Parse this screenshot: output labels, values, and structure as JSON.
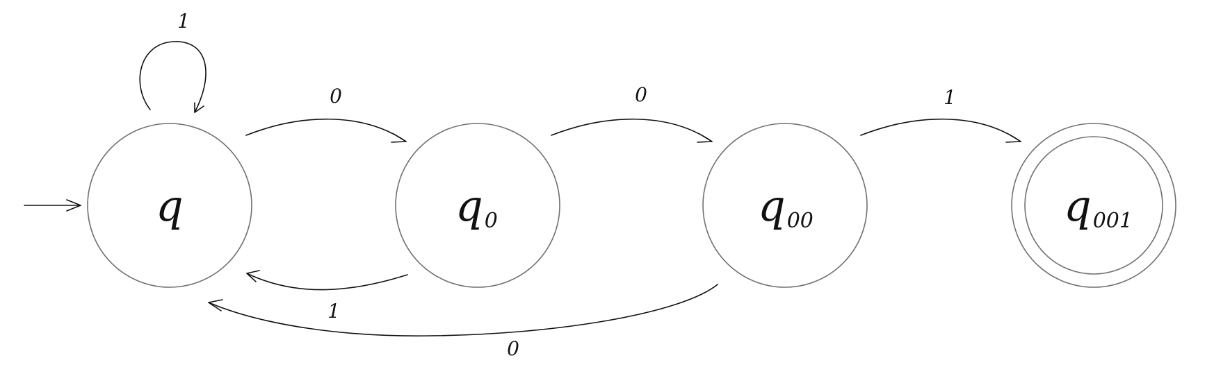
{
  "states": [
    {
      "id": "q",
      "base": "q",
      "sub": "",
      "start": true,
      "accepting": false
    },
    {
      "id": "q0",
      "base": "q",
      "sub": "0",
      "start": false,
      "accepting": false
    },
    {
      "id": "q00",
      "base": "q",
      "sub": "00",
      "start": false,
      "accepting": false
    },
    {
      "id": "q001",
      "base": "q",
      "sub": "001",
      "start": false,
      "accepting": true
    }
  ],
  "transitions": [
    {
      "from": "q",
      "to": "q",
      "label": "1"
    },
    {
      "from": "q",
      "to": "q0",
      "label": "0"
    },
    {
      "from": "q0",
      "to": "q00",
      "label": "0"
    },
    {
      "from": "q00",
      "to": "q001",
      "label": "1"
    },
    {
      "from": "q0",
      "to": "q",
      "label": "1"
    },
    {
      "from": "q00",
      "to": "q",
      "label": "0"
    }
  ],
  "colors": {
    "state_stroke": "#707070",
    "edge_stroke": "#111111",
    "text": "#111111",
    "background": "#ffffff"
  }
}
